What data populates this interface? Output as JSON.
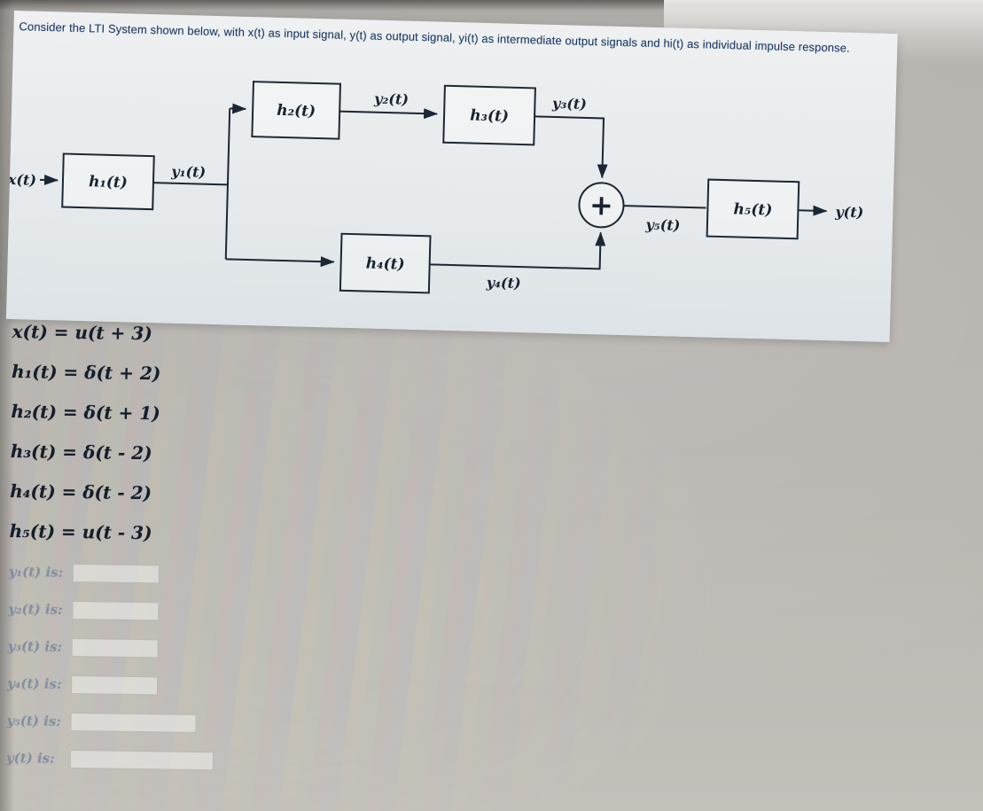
{
  "question": {
    "text": "Consider the LTI System shown below, with x(t) as input signal, y(t) as output signal, yi(t) as intermediate output signals and hi(t) as individual impulse response."
  },
  "diagram": {
    "input_label": "x(t)",
    "output_label": "y(t)",
    "summer_symbol": "+",
    "blocks": {
      "h1": "h₁(t)",
      "h2": "h₂(t)",
      "h3": "h₃(t)",
      "h4": "h₄(t)",
      "h5": "h₅(t)"
    },
    "signals": {
      "y1": "y₁(t)",
      "y2": "y₂(t)",
      "y3": "y₃(t)",
      "y4": "y₄(t)",
      "y5": "y₅(t)"
    }
  },
  "equations": [
    "x(t) = u(t + 3)",
    "h₁(t) = δ(t + 2)",
    "h₂(t) = δ(t + 1)",
    "h₃(t) =  δ(t - 2)",
    "h₄(t) = δ(t - 2)",
    "h₅(t) = u(t - 3)"
  ],
  "answers": [
    {
      "label": "y₁(t) is:",
      "value": ""
    },
    {
      "label": "y₂(t) is:",
      "value": ""
    },
    {
      "label": "y₃(t) is:",
      "value": ""
    },
    {
      "label": "y₄(t) is:",
      "value": ""
    },
    {
      "label": "y₅(t) is:",
      "value": ""
    },
    {
      "label": "y(t) is:",
      "value": ""
    }
  ]
}
